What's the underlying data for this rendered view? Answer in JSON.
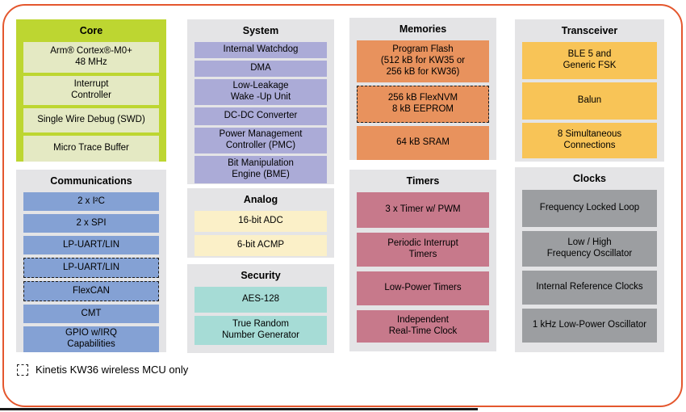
{
  "colors": {
    "figure_border": "#E4572E",
    "panel_gray": "#E4E4E6",
    "core_green": "#BDD631",
    "core_item": "#E4E9C3",
    "comm_blue": "#84A1D4",
    "system_purple": "#ABABD7",
    "analog_cream": "#FBF0C8",
    "security_teal": "#A6DCD6",
    "memories_orange": "#E8925D",
    "timers_pink": "#C7798B",
    "transceiver_amber": "#F8C457",
    "clocks_gray": "#9C9EA1",
    "bottom_edge": "#1a1a1a"
  },
  "legend": {
    "label": "Kinetis KW36 wireless MCU only"
  },
  "panels": [
    {
      "id": "core",
      "title": "Core",
      "panel_bg": "#BDD631",
      "item_bg": "#E4E9C3",
      "items": [
        {
          "lines": [
            "Arm® Cortex®-M0+",
            "48 MHz"
          ]
        },
        {
          "lines": [
            "Interrupt",
            "Controller"
          ]
        },
        {
          "lines": [
            "Single Wire Debug (SWD)"
          ]
        },
        {
          "lines": [
            "Micro Trace Buffer"
          ]
        }
      ]
    },
    {
      "id": "communications",
      "title": "Communications",
      "panel_bg": "#E4E4E6",
      "item_bg": "#84A1D4",
      "items": [
        {
          "lines": [
            "2 x I²C"
          ]
        },
        {
          "lines": [
            "2 x SPI"
          ]
        },
        {
          "lines": [
            "LP-UART/LIN"
          ]
        },
        {
          "lines": [
            "LP-UART/LIN"
          ],
          "dashed": true
        },
        {
          "lines": [
            "FlexCAN"
          ],
          "dashed": true
        },
        {
          "lines": [
            "CMT"
          ]
        },
        {
          "lines": [
            "GPIO w/IRQ",
            "Capabilities"
          ]
        }
      ]
    },
    {
      "id": "system",
      "title": "System",
      "panel_bg": "#E4E4E6",
      "item_bg": "#ABABD7",
      "items": [
        {
          "lines": [
            "Internal Watchdog"
          ]
        },
        {
          "lines": [
            "DMA"
          ]
        },
        {
          "lines": [
            "Low-Leakage",
            "Wake -Up Unit"
          ]
        },
        {
          "lines": [
            "DC-DC Converter"
          ]
        },
        {
          "lines": [
            "Power Management",
            "Controller (PMC)"
          ]
        },
        {
          "lines": [
            "Bit Manipulation",
            "Engine (BME)"
          ]
        }
      ]
    },
    {
      "id": "analog",
      "title": "Analog",
      "panel_bg": "#E4E4E6",
      "item_bg": "#FBF0C8",
      "items": [
        {
          "lines": [
            "16-bit ADC"
          ]
        },
        {
          "lines": [
            "6-bit ACMP"
          ]
        }
      ]
    },
    {
      "id": "security",
      "title": "Security",
      "panel_bg": "#E4E4E6",
      "item_bg": "#A6DCD6",
      "items": [
        {
          "lines": [
            "AES-128"
          ]
        },
        {
          "lines": [
            "True Random",
            "Number Generator"
          ]
        }
      ]
    },
    {
      "id": "memories",
      "title": "Memories",
      "panel_bg": "#E4E4E6",
      "item_bg": "#E8925D",
      "items": [
        {
          "lines": [
            "Program Flash",
            "(512 kB for KW35 or",
            "256 kB for KW36)"
          ]
        },
        {
          "lines": [
            "256 kB FlexNVM",
            "8 kB EEPROM"
          ],
          "dashed": true
        },
        {
          "lines": [
            "64 kB SRAM"
          ]
        }
      ]
    },
    {
      "id": "timers",
      "title": "Timers",
      "panel_bg": "#E4E4E6",
      "item_bg": "#C7798B",
      "items": [
        {
          "lines": [
            "3 x Timer w/ PWM"
          ]
        },
        {
          "lines": [
            "Periodic Interrupt",
            "Timers"
          ]
        },
        {
          "lines": [
            "Low-Power Timers"
          ]
        },
        {
          "lines": [
            "Independent",
            "Real-Time Clock"
          ]
        }
      ]
    },
    {
      "id": "transceiver",
      "title": "Transceiver",
      "panel_bg": "#E4E4E6",
      "item_bg": "#F8C457",
      "items": [
        {
          "lines": [
            "BLE 5 and",
            "Generic FSK"
          ]
        },
        {
          "lines": [
            "Balun"
          ]
        },
        {
          "lines": [
            "8 Simultaneous",
            "Connections"
          ]
        }
      ]
    },
    {
      "id": "clocks",
      "title": "Clocks",
      "panel_bg": "#E4E4E6",
      "item_bg": "#9C9EA1",
      "items": [
        {
          "lines": [
            "Frequency Locked Loop"
          ]
        },
        {
          "lines": [
            "Low / High",
            "Frequency Oscillator"
          ]
        },
        {
          "lines": [
            "Internal Reference Clocks"
          ]
        },
        {
          "lines": [
            "1 kHz Low-Power Oscillator"
          ]
        }
      ]
    }
  ]
}
